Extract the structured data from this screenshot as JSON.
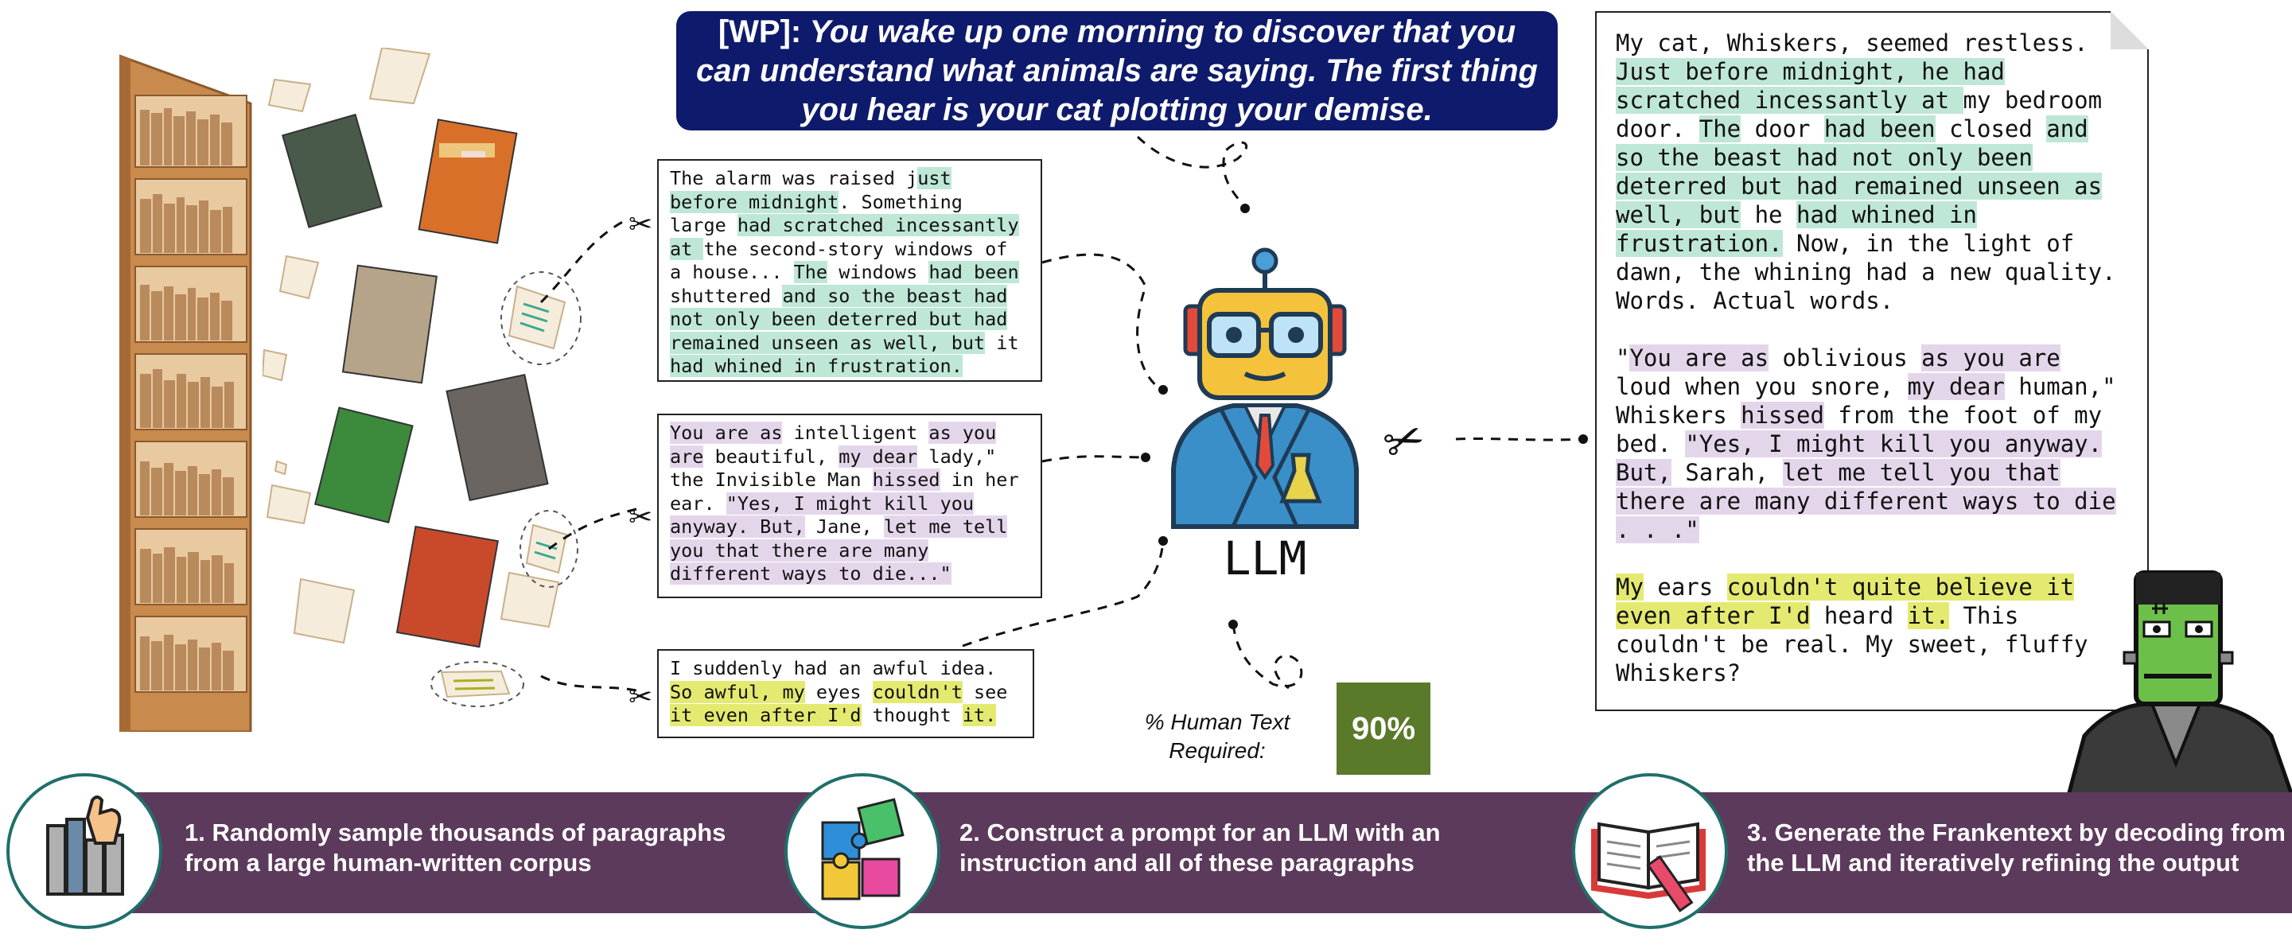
{
  "prompt": {
    "tag": "[WP]:",
    "text": " You wake up one morning to discover that you can understand what animals are saying. The first thing you hear is your cat plotting your demise."
  },
  "paragraphs": {
    "p1": [
      {
        "t": "The alarm was raised j",
        "h": ""
      },
      {
        "t": "ust before midnight",
        "h": "g"
      },
      {
        "t": ". Something large ",
        "h": ""
      },
      {
        "t": "had scratched incessantly at ",
        "h": "g"
      },
      {
        "t": "the second-story windows of a house... ",
        "h": ""
      },
      {
        "t": "The",
        "h": "g"
      },
      {
        "t": " windows ",
        "h": ""
      },
      {
        "t": "had been",
        "h": "g"
      },
      {
        "t": " shuttered ",
        "h": ""
      },
      {
        "t": "and so the beast had not only been deterred but had remained unseen as well, but",
        "h": "g"
      },
      {
        "t": " it ",
        "h": ""
      },
      {
        "t": "had whined in frustration.",
        "h": "g"
      }
    ],
    "p2": [
      {
        "t": "You are as",
        "h": "p"
      },
      {
        "t": " intelligent ",
        "h": ""
      },
      {
        "t": "as you are",
        "h": "p"
      },
      {
        "t": " beautiful, ",
        "h": ""
      },
      {
        "t": "my dear",
        "h": "p"
      },
      {
        "t": " lady,\" the Invisible Man ",
        "h": ""
      },
      {
        "t": "hissed",
        "h": "p"
      },
      {
        "t": " in her ear. ",
        "h": ""
      },
      {
        "t": "\"Yes, I might kill you anyway. But,",
        "h": "p"
      },
      {
        "t": " Jane, ",
        "h": ""
      },
      {
        "t": "let me tell you that there are many different ways to die...\"",
        "h": "p"
      }
    ],
    "p3": [
      {
        "t": "I suddenly had an awful idea. ",
        "h": ""
      },
      {
        "t": "So awful, my",
        "h": "y"
      },
      {
        "t": " eyes ",
        "h": ""
      },
      {
        "t": "couldn't",
        "h": "y"
      },
      {
        "t": " see ",
        "h": ""
      },
      {
        "t": "it even after I'd",
        "h": "y"
      },
      {
        "t": " thought ",
        "h": ""
      },
      {
        "t": "it.",
        "h": "y"
      }
    ]
  },
  "output": {
    "para1": [
      {
        "t": "My cat, Whiskers, seemed restless. ",
        "h": ""
      },
      {
        "t": "Just before midnight, he had scratched incessantly at ",
        "h": "g"
      },
      {
        "t": "my bedroom door. ",
        "h": ""
      },
      {
        "t": "The",
        "h": "g"
      },
      {
        "t": " door ",
        "h": ""
      },
      {
        "t": "had been",
        "h": "g"
      },
      {
        "t": " closed ",
        "h": ""
      },
      {
        "t": "and so the beast had not only been deterred but had remained unseen as well, but",
        "h": "g"
      },
      {
        "t": " he ",
        "h": ""
      },
      {
        "t": "had whined in frustration.",
        "h": "g"
      },
      {
        "t": " Now, in the light of dawn, the whining had a new quality. Words. Actual words.",
        "h": ""
      }
    ],
    "para2": [
      {
        "t": "\"",
        "h": ""
      },
      {
        "t": "You are as",
        "h": "p"
      },
      {
        "t": " oblivious ",
        "h": ""
      },
      {
        "t": "as you are",
        "h": "p"
      },
      {
        "t": " loud when you snore, ",
        "h": ""
      },
      {
        "t": "my dear",
        "h": "p"
      },
      {
        "t": " human,\" Whiskers ",
        "h": ""
      },
      {
        "t": "hissed",
        "h": "p"
      },
      {
        "t": " from the foot of my bed. ",
        "h": ""
      },
      {
        "t": "\"Yes, I might kill you anyway. But,",
        "h": "p"
      },
      {
        "t": " Sarah, ",
        "h": ""
      },
      {
        "t": "let me tell you that there are many different ways to die . . .\"",
        "h": "p"
      }
    ],
    "para3": [
      {
        "t": "My",
        "h": "y"
      },
      {
        "t": " ears ",
        "h": ""
      },
      {
        "t": "couldn't quite believe it even after I'd",
        "h": "y"
      },
      {
        "t": " heard ",
        "h": ""
      },
      {
        "t": "it.",
        "h": "y"
      },
      {
        "t": " This couldn't be real. My sweet, fluffy Whiskers?",
        "h": ""
      }
    ]
  },
  "llm": {
    "label": "LLM"
  },
  "human_text": {
    "label": "% Human Text Required:",
    "value": "90%"
  },
  "steps": [
    {
      "label": "1. Randomly sample thousands of paragraphs from a large human-written corpus"
    },
    {
      "label": "2. Construct a prompt for an LLM with an instruction and all of these paragraphs"
    },
    {
      "label": "3. Generate the Frankentext by decoding from the LLM and iteratively refining the output"
    }
  ],
  "colors": {
    "banner": "#0e1a6b",
    "green_hl": "#bfe7d6",
    "purple_hl": "#e4d6ea",
    "yellow_hl": "#e4ea70",
    "band": "#5c3a5c",
    "pct_box": "#5a7a2a"
  },
  "icons": {
    "step1": "hand-books-icon",
    "step2": "puzzle-icon",
    "step3": "open-book-pencil-icon",
    "robot": "robot-scientist-icon",
    "scissors": "scissors-icon",
    "monster": "frankenstein-icon"
  }
}
